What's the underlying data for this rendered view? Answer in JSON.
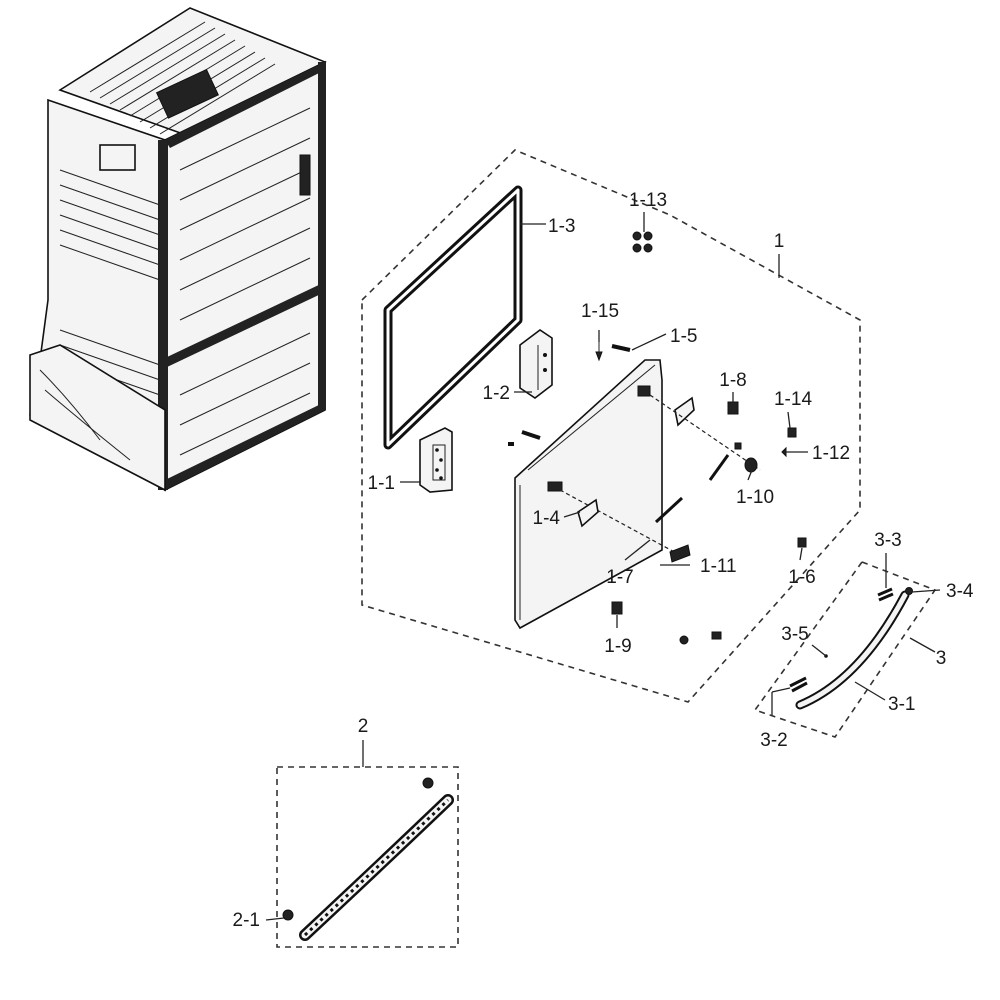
{
  "callouts": {
    "c1": "1",
    "c1_1": "1-1",
    "c1_2": "1-2",
    "c1_3": "1-3",
    "c1_4": "1-4",
    "c1_5": "1-5",
    "c1_6": "1-6",
    "c1_7": "1-7",
    "c1_8": "1-8",
    "c1_9": "1-9",
    "c1_10": "1-10",
    "c1_11": "1-11",
    "c1_12": "1-12",
    "c1_13": "1-13",
    "c1_14": "1-14",
    "c1_15": "1-15",
    "c2": "2",
    "c2_1": "2-1",
    "c3": "3",
    "c3_1": "3-1",
    "c3_2": "3-2",
    "c3_3": "3-3",
    "c3_4": "3-4",
    "c3_5": "3-5"
  }
}
